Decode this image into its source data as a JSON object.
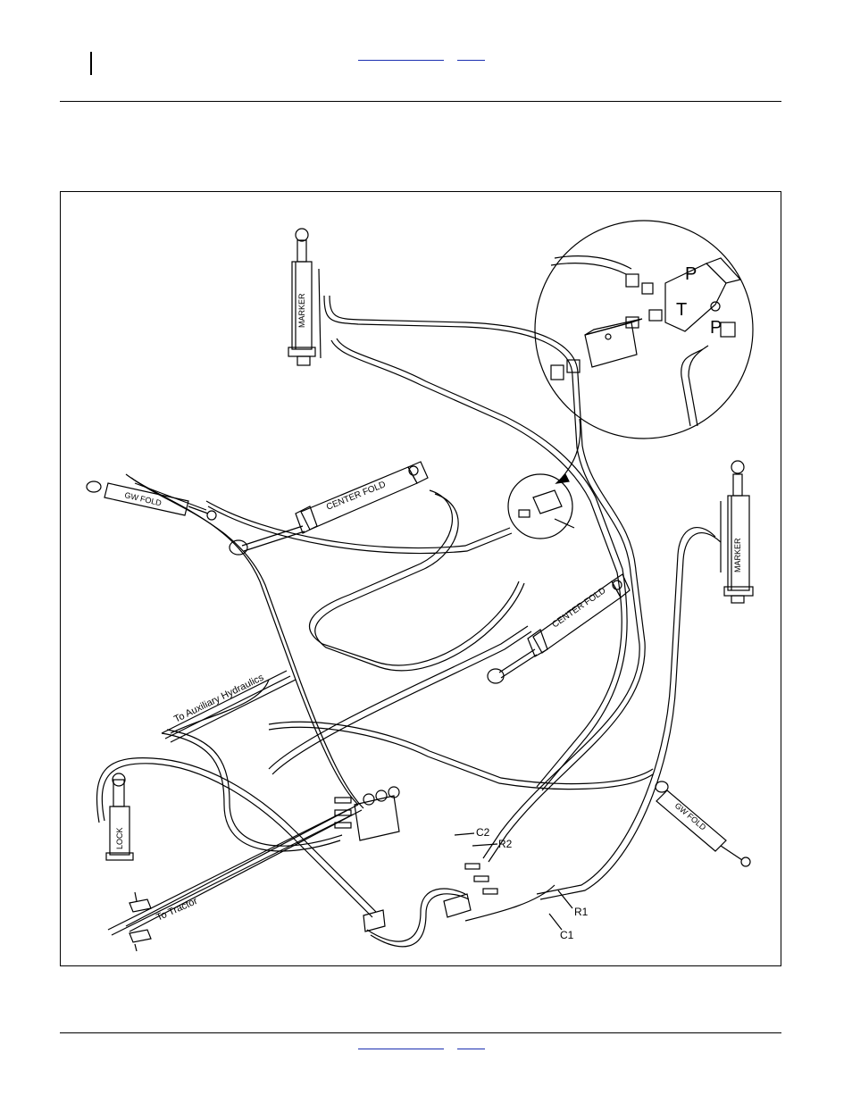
{
  "header": {
    "link_color": "#1a2fb0"
  },
  "footer": {
    "link_color": "#1a2fb0"
  },
  "diagram": {
    "labels": {
      "aux": "To Auxiliary Hydraulics",
      "tractor": "To Tractor",
      "c1": "C1",
      "c2": "C2",
      "r1": "R1",
      "r2": "R2",
      "p_top": "P",
      "p_right": "P",
      "t": "T"
    },
    "cylinders": {
      "marker_left": "MARKER",
      "marker_right": "MARKER",
      "center_fold_top": "CENTER FOLD",
      "center_fold_bottom": "CENTER FOLD",
      "wing_fold_left": "GW FOLD",
      "wing_fold_right": "GW FOLD",
      "lock": "LOCK"
    }
  }
}
